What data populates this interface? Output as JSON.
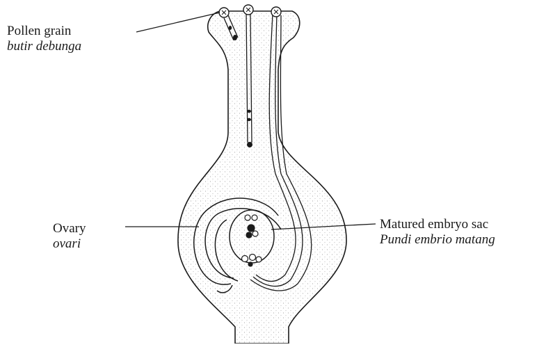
{
  "labels": {
    "pollen": {
      "english": "Pollen grain",
      "malay": "butir debunga"
    },
    "ovary": {
      "english": "Ovary",
      "malay": "ovari"
    },
    "embryo_sac": {
      "english": "Matured embryo sac",
      "malay": "Pundi embrio matang"
    }
  },
  "colors": {
    "ink": "#1a1a1a",
    "stipple": "#8a8a8a",
    "background": "#ffffff"
  }
}
